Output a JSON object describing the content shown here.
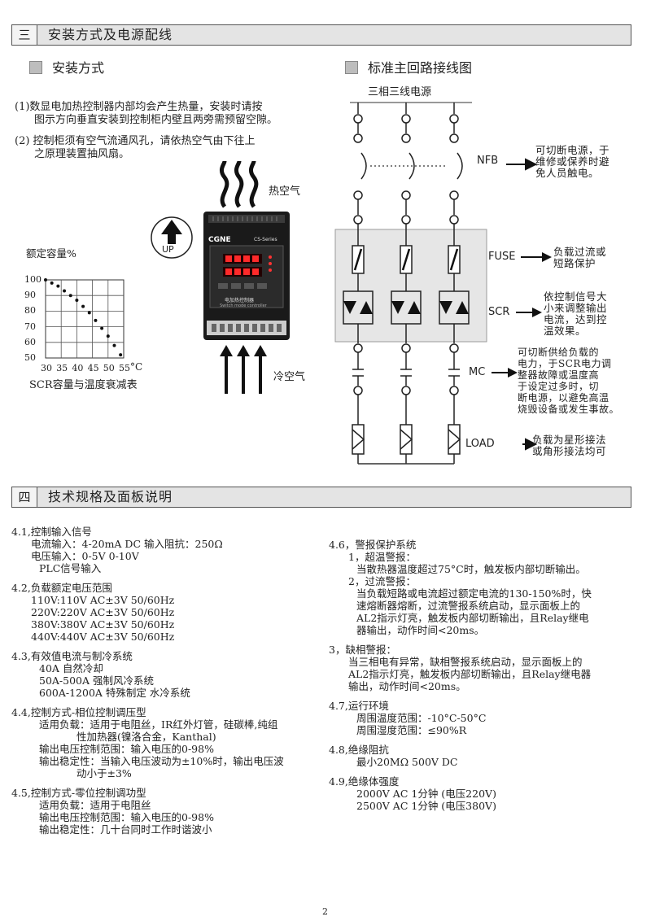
{
  "section3": {
    "num": "三",
    "title": "安装方式及电源配线"
  },
  "install": {
    "heading": "安装方式",
    "p1_line1": "(1)数显电加热控制器内部均会产生热量，安装时请按",
    "p1_line2": "图示方向垂直安装到控制柜内壁且两旁需预留空隙。",
    "p2_line1": "(2) 控制柜须有空气流通风孔，请依热空气由下往上",
    "p2_line2": "之原理装置抽风扇。",
    "hot_air": "热空气",
    "cold_air": "冷空气",
    "up": "UP"
  },
  "device": {
    "brand": "CGNE",
    "series": "CS-Series",
    "panel_text": "电加热控制器",
    "panel_sub": "Switch mode controller"
  },
  "derating": {
    "title": "额定容量%",
    "caption": "SCR容量与温度衰减表",
    "unit": "°C",
    "y_ticks": [
      "100",
      "90",
      "80",
      "70",
      "60",
      "50"
    ],
    "x_ticks": [
      "30",
      "35",
      "40",
      "45",
      "50",
      "55"
    ]
  },
  "chart_data": {
    "type": "scatter",
    "title": "额定容量%",
    "xlabel": "°C",
    "ylabel": "额定容量%",
    "xlim": [
      30,
      55
    ],
    "ylim": [
      50,
      100
    ],
    "x": [
      30,
      32,
      34,
      36,
      38,
      40,
      42,
      44,
      46,
      48,
      50,
      52,
      54
    ],
    "y": [
      100,
      98,
      96,
      93,
      90,
      87,
      83,
      79,
      74,
      69,
      64,
      58,
      52
    ]
  },
  "wiring": {
    "heading": "标准主回路接线图",
    "power": "三相三线电源",
    "nfb": "NFB",
    "nfb_desc": [
      "可切断电源，于",
      "维修或保养时避",
      "免人员触电。"
    ],
    "fuse": "FUSE",
    "fuse_desc": [
      "负载过流或",
      "短路保护"
    ],
    "scr": "SCR",
    "scr_desc": [
      "依控制信号大",
      "小来调整输出",
      "电流，达到控",
      "温效果。"
    ],
    "mc": "MC",
    "mc_desc": [
      "可切断供给负载的",
      "电力，于SCR电力调",
      "整器故障或温度高",
      "于设定过多时，切",
      "断电源，以避免高温",
      "烧毁设备或发生事故。"
    ],
    "load": "LOAD",
    "load_desc": [
      "负载为星形接法",
      "或角形接法均可"
    ]
  },
  "section4": {
    "num": "四",
    "title": "技术规格及面板说明"
  },
  "specs_left": [
    {
      "t": "4.1,控制输入信号",
      "c": ""
    },
    {
      "t": "电流输入：4-20mA DC   输入阻抗：250Ω",
      "c": "in1"
    },
    {
      "t": "电压输入：0-5V 0-10V",
      "c": "in1"
    },
    {
      "t": "PLC信号输入",
      "c": "in2"
    },
    {
      "t": "",
      "c": ""
    },
    {
      "t": "4.2,负载额定电压范围",
      "c": ""
    },
    {
      "t": "110V:110V AC±3V 50/60Hz",
      "c": "in1"
    },
    {
      "t": "220V:220V AC±3V 50/60Hz",
      "c": "in1"
    },
    {
      "t": "380V:380V AC±3V 50/60Hz",
      "c": "in1"
    },
    {
      "t": "440V:440V AC±3V 50/60Hz",
      "c": "in1"
    },
    {
      "t": "",
      "c": ""
    },
    {
      "t": "4.3,有效值电流与制冷系统",
      "c": ""
    },
    {
      "t": "40A 自然冷却",
      "c": "in2"
    },
    {
      "t": "50A-500A 强制风冷系统",
      "c": "in2"
    },
    {
      "t": "600A-1200A 特殊制定 水冷系统",
      "c": "in2"
    },
    {
      "t": "",
      "c": ""
    },
    {
      "t": "4.4,控制方式-相位控制调压型",
      "c": ""
    },
    {
      "t": "适用负载：适用于电阻丝，IR红外灯管，硅碳棒,纯组",
      "c": "in2"
    },
    {
      "t": "性加热器(镍洛合金，Kanthal)",
      "c": "in4"
    },
    {
      "t": "输出电压控制范围：输入电压的0-98%",
      "c": "in2"
    },
    {
      "t": "输出稳定性：当输入电压波动为±10%时，输出电压波",
      "c": "in2"
    },
    {
      "t": "动小于±3%",
      "c": "in4"
    },
    {
      "t": "",
      "c": ""
    },
    {
      "t": "4.5,控制方式-零位控制调功型",
      "c": ""
    },
    {
      "t": "适用负载：适用于电阻丝",
      "c": "in2"
    },
    {
      "t": "输出电压控制范围：输入电压的0-98%",
      "c": "in2"
    },
    {
      "t": "输出稳定性：几十台同时工作时谐波小",
      "c": "in2"
    }
  ],
  "specs_right": [
    {
      "t": "4.6，警报保护系统",
      "c": ""
    },
    {
      "t": "1，超温警报：",
      "c": "in1"
    },
    {
      "t": "当散热器温度超过75°C时，触发板内部切断输出。",
      "c": "in2"
    },
    {
      "t": "2，过流警报：",
      "c": "in1"
    },
    {
      "t": "当负载短路或电流超过额定电流的130-150%时，快",
      "c": "in2"
    },
    {
      "t": "速熔断器熔断，过流警报系统启动，显示面板上的",
      "c": "in2"
    },
    {
      "t": "AL2指示灯亮，触发板内部切断输出，且Relay继电",
      "c": "in2"
    },
    {
      "t": "器输出，动作时间<20ms。",
      "c": "in2"
    },
    {
      "t": "",
      "c": ""
    },
    {
      "t": "3，缺相警报：",
      "c": ""
    },
    {
      "t": "当三相电有异常，缺相警报系统启动，显示面板上的",
      "c": "in1"
    },
    {
      "t": "AL2指示灯亮，触发板内部切断输出，且Relay继电器",
      "c": "in1"
    },
    {
      "t": "输出，动作时间<20ms。",
      "c": "in1"
    },
    {
      "t": "",
      "c": ""
    },
    {
      "t": "4.7,运行环境",
      "c": ""
    },
    {
      "t": "周围温度范围：-10°C-50°C",
      "c": "in2"
    },
    {
      "t": "周围湿度范围：≤90%R",
      "c": "in2"
    },
    {
      "t": "",
      "c": ""
    },
    {
      "t": "4.8,绝缘阻抗",
      "c": ""
    },
    {
      "t": "最小20MΩ  500V DC",
      "c": "in2"
    },
    {
      "t": "",
      "c": ""
    },
    {
      "t": "4.9,绝缘体强度",
      "c": ""
    },
    {
      "t": "2000V AC 1分钟 (电压220V)",
      "c": "in2"
    },
    {
      "t": "2500V AC 1分钟 (电压380V)",
      "c": "in2"
    }
  ],
  "page_number": "2"
}
